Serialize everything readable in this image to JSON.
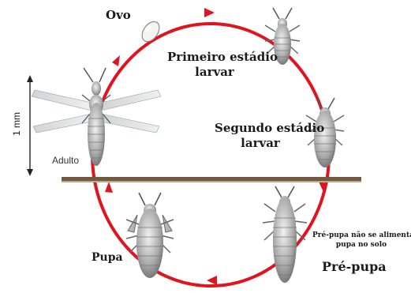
{
  "diagram": {
    "stages": {
      "ovo": "Ovo",
      "primeiro_line1": "Primeiro estádio",
      "primeiro_line2": "larvar",
      "segundo_line1": "Segundo estádio",
      "segundo_line2": "larvar",
      "pre_pupa_note_line1": "Pré-pupa não se alimenta e",
      "pre_pupa_note_line2": "pupa no solo",
      "pre_pupa": "Pré-pupa",
      "pupa": "Pupa",
      "adulto": "Adulto"
    },
    "scale_label": "1 mm",
    "colors": {
      "cycle": "#e0141f",
      "soil": "#6e5b3e",
      "insect": "#9c9c9c",
      "text": "#1a1a1a"
    },
    "icons": [
      "egg-icon",
      "larva-icon",
      "prepupa-icon",
      "pupa-icon",
      "adult-thrips-icon"
    ]
  }
}
